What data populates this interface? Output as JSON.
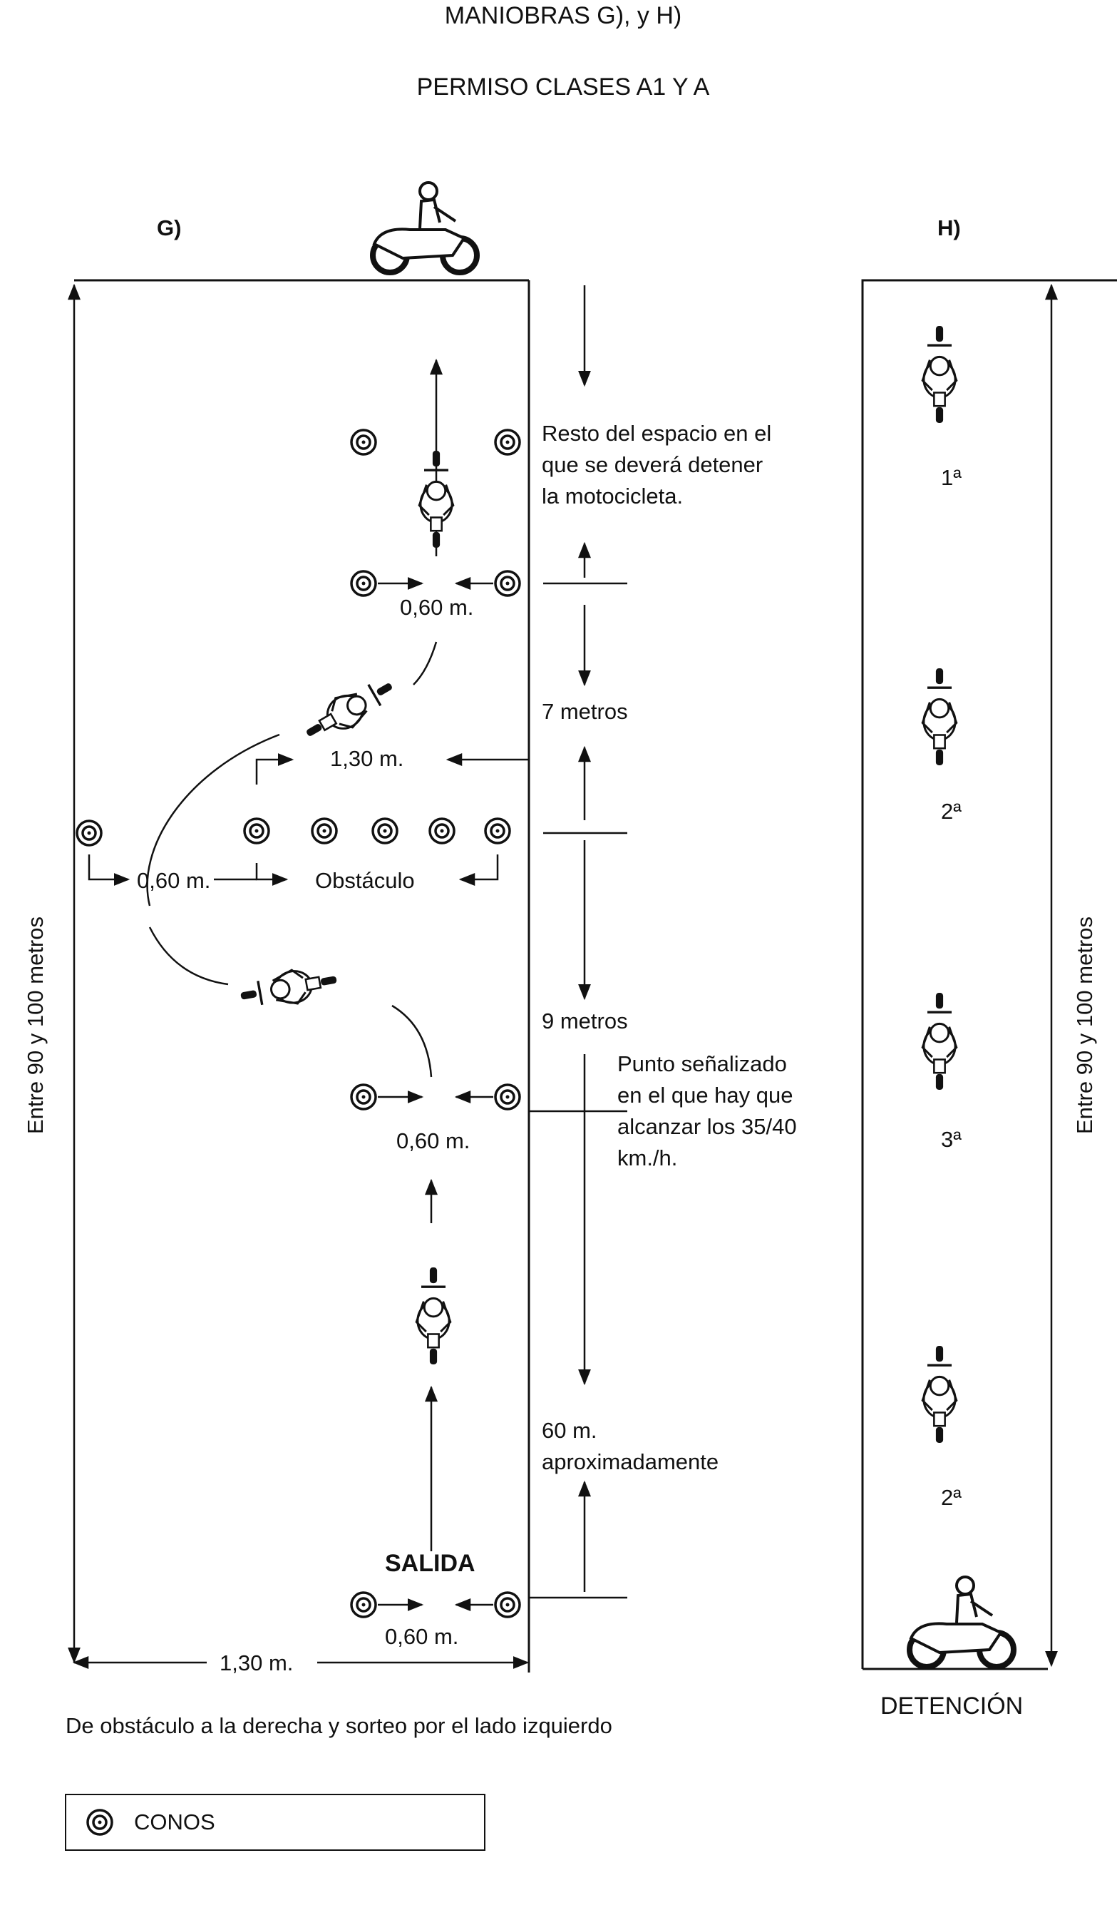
{
  "title": "MANIOBRAS G), y  H)",
  "subtitle": "PERMISO CLASES  A1 Y A",
  "sections": {
    "g": {
      "label": "G)",
      "total_length": "Entre 90 y 100 metros",
      "width": "1,30 m.",
      "stop_zone": [
        "Resto del espacio en el",
        "que se deverá detener",
        "la motocicleta."
      ],
      "gap_top": "0,60 m.",
      "distance_7": "7 metros",
      "width_upper": "1,30 m.",
      "gap_side": "0,60 m.",
      "obstacle": "Obstáculo",
      "distance_9": "9 metros",
      "marked_point": [
        "Punto señalizado",
        "en el que hay que",
        "alcanzar los 35/40",
        "km./h."
      ],
      "gap_middle": "0,60 m.",
      "distance_60": [
        "60 m.",
        "aproximadamente"
      ],
      "start": "SALIDA",
      "gap_bottom": "0,60 m.",
      "caption": "De obstáculo a la derecha y sorteo por el lado izquierdo"
    },
    "h": {
      "label": "H)",
      "total_length": "Entre 90 y 100 metros",
      "positions": [
        "1ª",
        "2ª",
        "3ª",
        "2ª"
      ],
      "caption": "DETENCIÓN"
    }
  },
  "legend": {
    "icon": "cone-icon",
    "label": "CONOS"
  },
  "colors": {
    "ink": "#111111",
    "background": "#ffffff"
  }
}
